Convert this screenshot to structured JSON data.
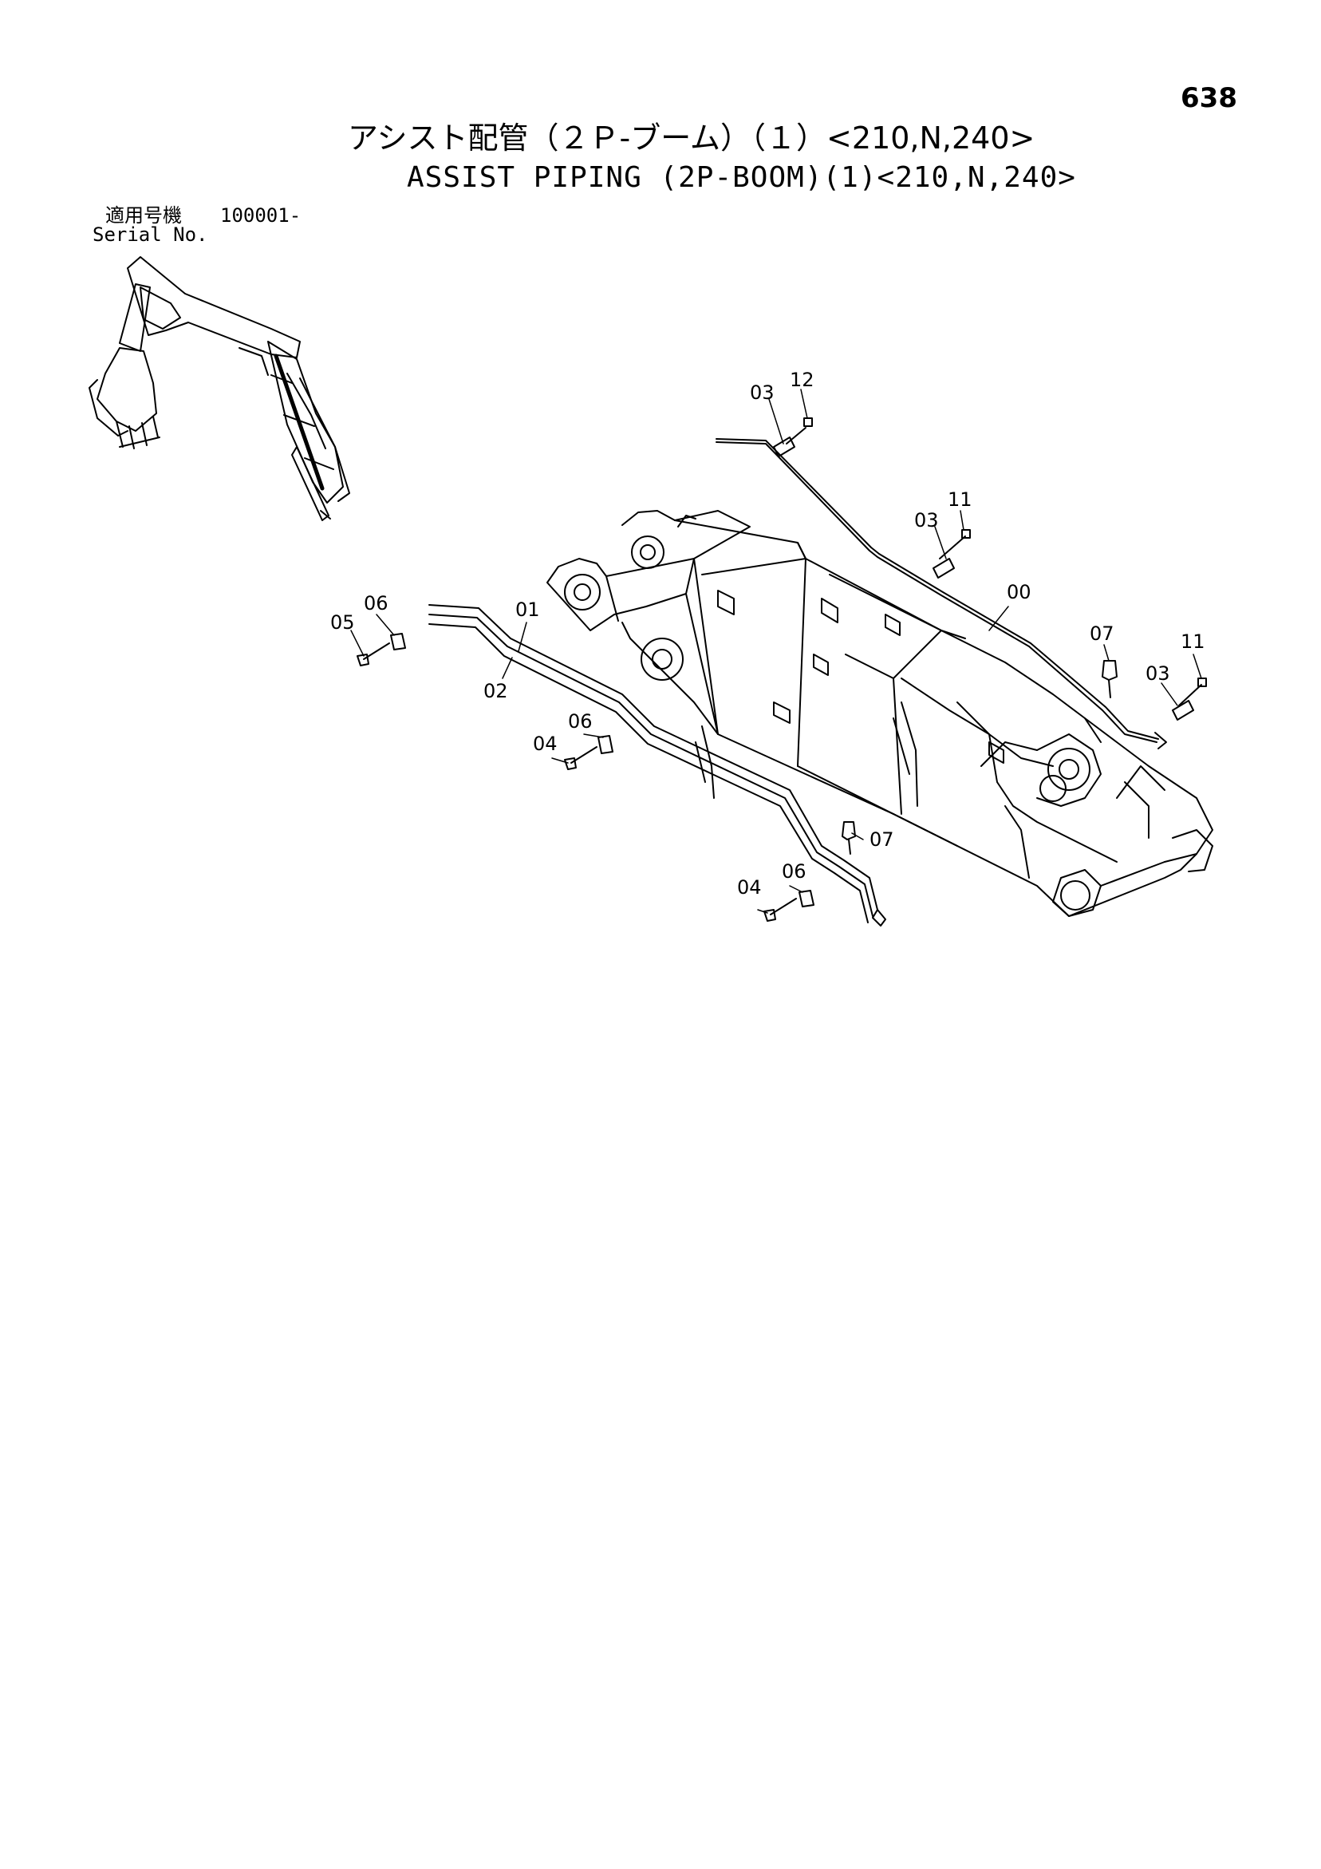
{
  "page": {
    "number": "638",
    "title_jp": "アシスト配管（２Ｐ-ブーム）（１）<210,N,240>",
    "title_en": "ASSIST PIPING (2P-BOOM)(1)<210,N,240>"
  },
  "serial": {
    "label_jp": "適用号機",
    "number": "100001-",
    "label_en": "Serial No."
  },
  "callouts": [
    {
      "id": "c1",
      "label": "12"
    },
    {
      "id": "c2",
      "label": "03"
    },
    {
      "id": "c3",
      "label": "11"
    },
    {
      "id": "c4",
      "label": "03"
    },
    {
      "id": "c5",
      "label": "00"
    },
    {
      "id": "c6",
      "label": "07"
    },
    {
      "id": "c7",
      "label": "11"
    },
    {
      "id": "c8",
      "label": "03"
    },
    {
      "id": "c9",
      "label": "06"
    },
    {
      "id": "c10",
      "label": "05"
    },
    {
      "id": "c11",
      "label": "01"
    },
    {
      "id": "c12",
      "label": "02"
    },
    {
      "id": "c13",
      "label": "06"
    },
    {
      "id": "c14",
      "label": "04"
    },
    {
      "id": "c15",
      "label": "07"
    },
    {
      "id": "c16",
      "label": "06"
    },
    {
      "id": "c17",
      "label": "04"
    }
  ]
}
